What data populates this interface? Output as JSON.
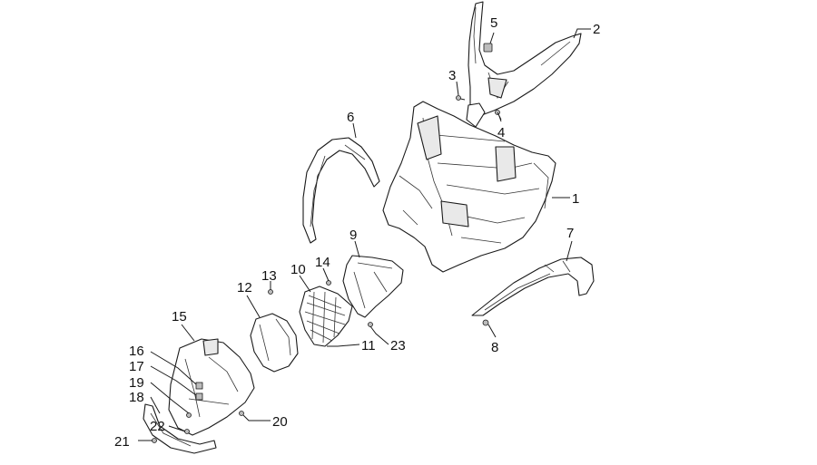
{
  "labels": [
    {
      "id": "1",
      "text": "1"
    },
    {
      "id": "2",
      "text": "2"
    },
    {
      "id": "3",
      "text": "3"
    },
    {
      "id": "4",
      "text": "4"
    },
    {
      "id": "5",
      "text": "5"
    },
    {
      "id": "6",
      "text": "6"
    },
    {
      "id": "7",
      "text": "7"
    },
    {
      "id": "8",
      "text": "8"
    },
    {
      "id": "9",
      "text": "9"
    },
    {
      "id": "10",
      "text": "10"
    },
    {
      "id": "11",
      "text": "11"
    },
    {
      "id": "12",
      "text": "12"
    },
    {
      "id": "13",
      "text": "13"
    },
    {
      "id": "14",
      "text": "14"
    },
    {
      "id": "15",
      "text": "15"
    },
    {
      "id": "16",
      "text": "16"
    },
    {
      "id": "17",
      "text": "17"
    },
    {
      "id": "18",
      "text": "18"
    },
    {
      "id": "19",
      "text": "19"
    },
    {
      "id": "20",
      "text": "20"
    },
    {
      "id": "21",
      "text": "21"
    },
    {
      "id": "22",
      "text": "22"
    },
    {
      "id": "23",
      "text": "23"
    }
  ]
}
